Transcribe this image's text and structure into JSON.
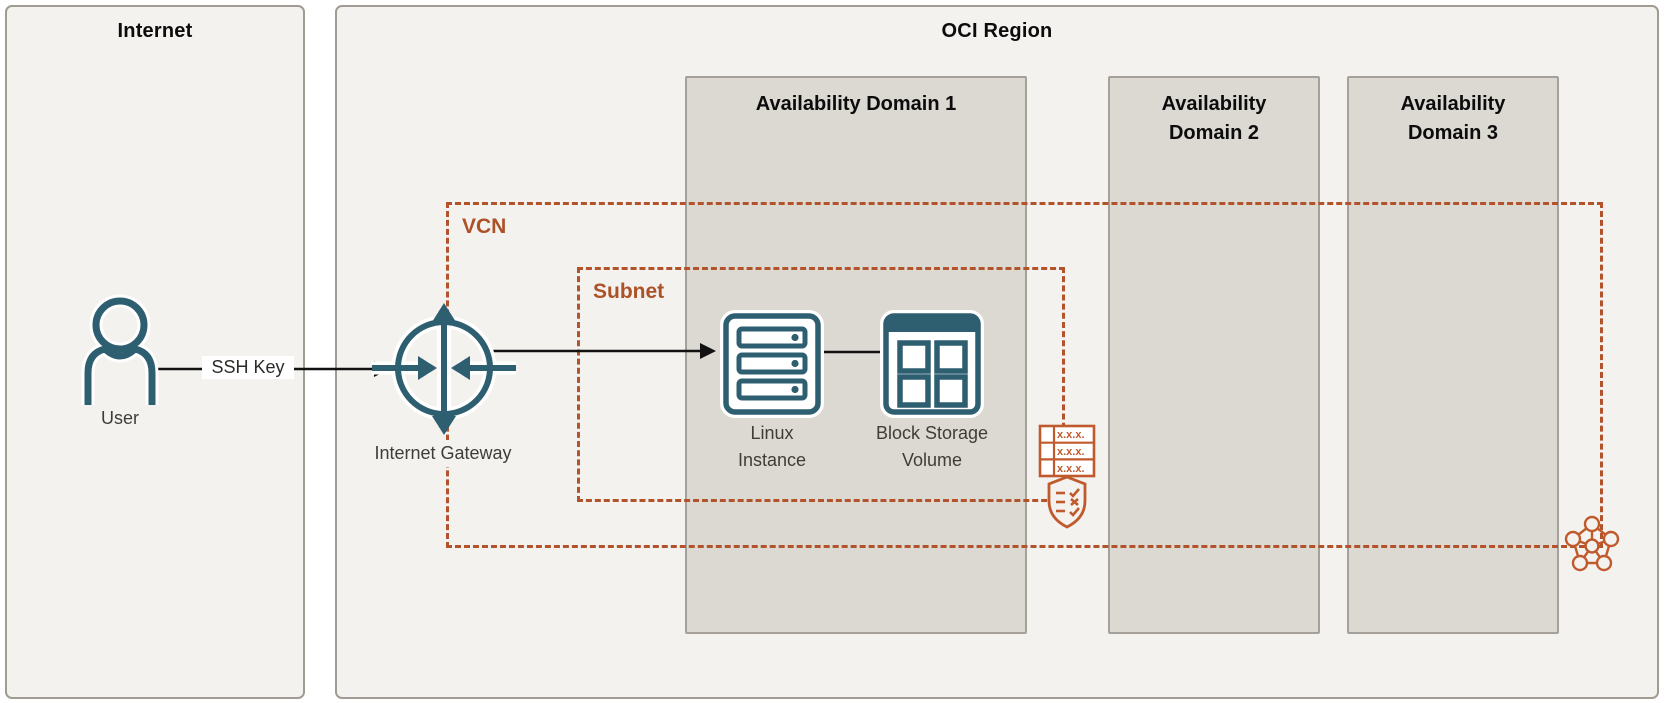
{
  "diagram": {
    "internet_panel": {
      "title": "Internet"
    },
    "oci_panel": {
      "title": "OCI Region"
    },
    "availability_domains": [
      {
        "label": "Availability Domain 1"
      },
      {
        "label": "Availability Domain 2"
      },
      {
        "label": "Availability Domain 3"
      }
    ],
    "vcn": {
      "label": "VCN"
    },
    "subnet": {
      "label": "Subnet"
    },
    "nodes": {
      "user": {
        "label": "User"
      },
      "internet_gateway": {
        "label": "Internet Gateway"
      },
      "linux_instance": {
        "label": "Linux Instance"
      },
      "block_storage": {
        "label": "Block Storage Volume"
      }
    },
    "edges": {
      "ssh": {
        "label": "SSH Key"
      }
    },
    "route_table": {
      "rows": [
        "x.x.x.",
        "x.x.x.",
        "x.x.x."
      ]
    },
    "colors": {
      "teal": "#2e5f70",
      "orange": "#b2532b",
      "panel_bg": "#f4f2ef",
      "ad_bg": "#dcd9d3",
      "arrow": "#111111"
    }
  }
}
